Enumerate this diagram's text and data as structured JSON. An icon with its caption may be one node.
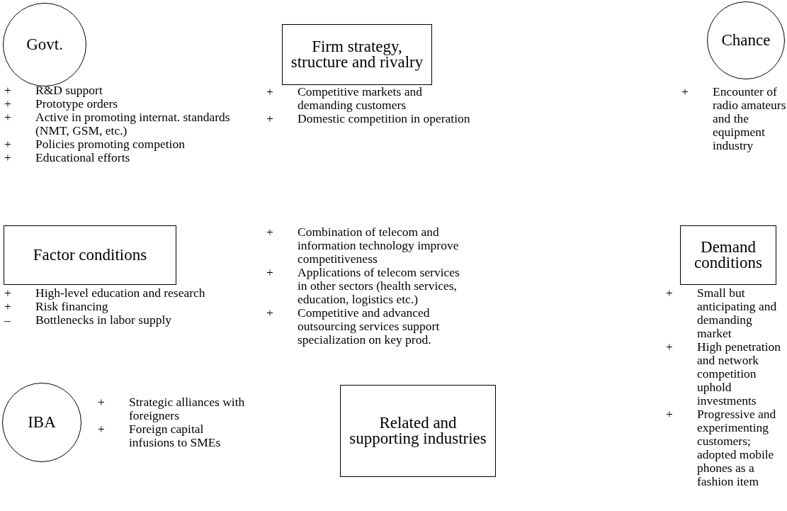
{
  "diagram": {
    "nodes": [
      {
        "text": [
          "Govt."
        ],
        "beside": [
          "+ R&D support",
          "+ Prototype orders",
          "+ Active in promoting internat. standards (NMT, GSM, etc.)",
          "+ Policies promoting competion",
          "+ Educational efforts"
        ]
      },
      {
        "text": [
          "Firm strategy, structure and rivalry"
        ],
        "beside": [
          "+ Competitive markets and demanding customers",
          "+ Domestic competition in operation"
        ]
      },
      {
        "text": [
          "Chance"
        ],
        "beside": [
          "+ Encounter of radio amateurs and the equipment industry"
        ]
      },
      {
        "text": [
          "Factor conditions"
        ],
        "beside": [
          "+ High-level education and research",
          "+ Risk financing",
          "– Bottlenecks in labor supply"
        ]
      },
      {
        "text": [
          "Demand conditions"
        ],
        "beside": [
          "+ Small but anticipating and demanding market",
          "+ High penetration and network competition uphold investments",
          "+ Progressive and experimenting customers; adopted mobile phones as a fashion item"
        ]
      },
      {
        "text": [
          "IBA"
        ],
        "beside": [
          "+ Strategic alliances with foreigners",
          "+ Foreign capital infusions to SMEs"
        ]
      },
      {
        "text": [
          "Related and supporting industries"
        ],
        "beside": [
          "+ Combination of telecom and information technology improve competitiveness",
          "+ Applications of telecom services in other sectors (health services, education, logistics etc.)",
          "+ Competitive and advanced outsourcing services support specialization on key prod."
        ]
      }
    ]
  }
}
